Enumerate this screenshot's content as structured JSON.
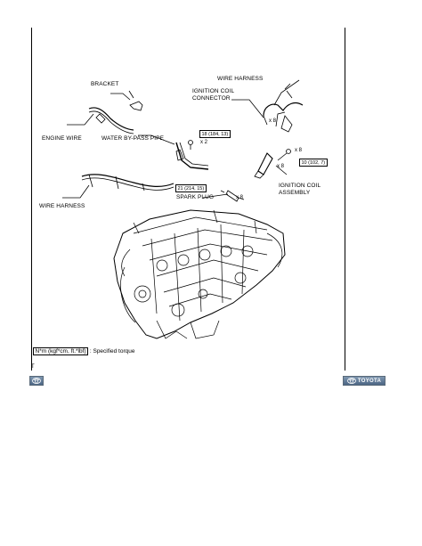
{
  "labels": {
    "bracket": "BRACKET",
    "engine_wire": "ENGINE WIRE",
    "water_bypass_pipe": "WATER BY-PASS PIPE",
    "wire_harness_left": "WIRE HARNESS",
    "wire_harness_top": "WIRE HARNESS",
    "ignition_coil_connector_1": "IGNITION COIL",
    "ignition_coil_connector_2": "CONNECTOR",
    "ignition_coil_assembly_1": "IGNITION COIL",
    "ignition_coil_assembly_2": "ASSEMBLY",
    "spark_plug": "SPARK PLUG"
  },
  "specs": {
    "bypass_bolt": "18 (184, 13)",
    "coil_bolt": "10 (102, 7)",
    "spark_plug": "21 (214, 15)"
  },
  "quantities": {
    "bypass_bolt": "x 2",
    "connector": "x 8",
    "coil_bolt": "x 8",
    "coil": "x 8",
    "spark_plug": "x 8"
  },
  "legend": {
    "unit": "N*m (kgf*cm, ft.*lbf)",
    "text": ": Specified torque"
  },
  "figure_code": "T",
  "nav": {
    "home_label": "TOYOTA"
  },
  "colors": {
    "nav_button": "#5b7594"
  }
}
